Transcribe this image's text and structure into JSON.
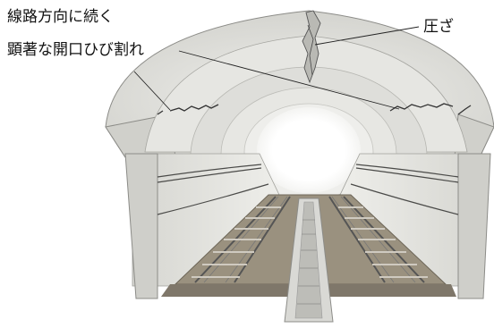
{
  "labels": {
    "crack_line1": "線路方向に続く",
    "crack_line2": "顕著な開口ひび割れ",
    "compression": "圧ざ"
  },
  "colors": {
    "lining": "#dcdcd8",
    "lining_shade": "#c9c9c4",
    "lining_edge": "#8c8c88",
    "interior_wall": "#e8e8e4",
    "ballast": "#8a8272",
    "rail": "#555555",
    "leader_line": "#222222",
    "crack": "#333333"
  }
}
